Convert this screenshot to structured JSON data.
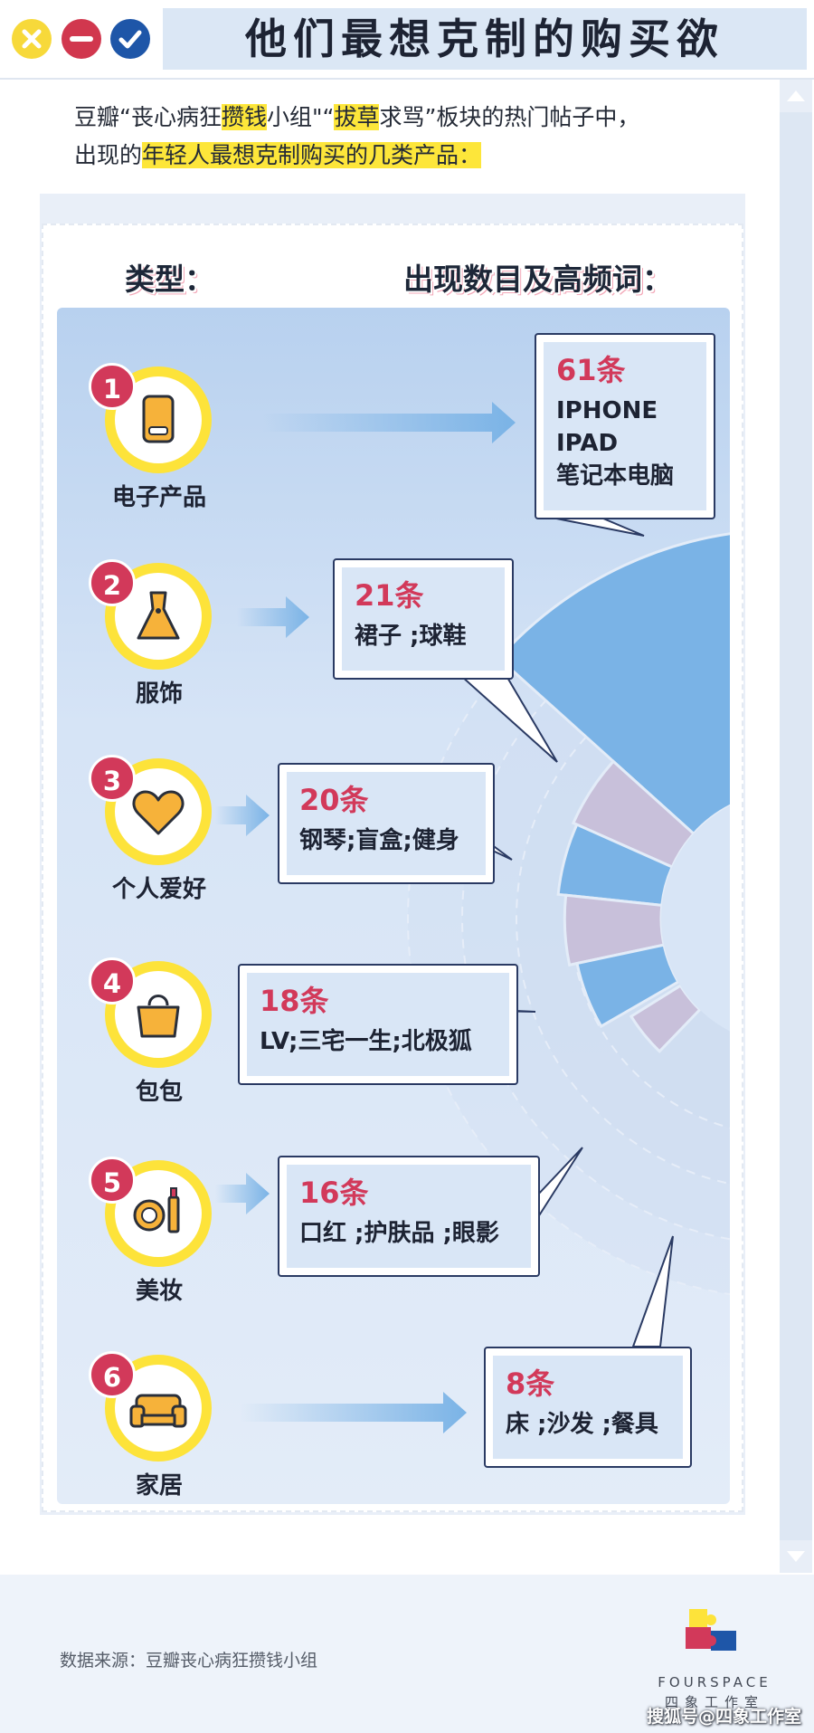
{
  "window": {
    "title": "他们最想克制的购买欲",
    "buttons": [
      "close-button",
      "minimize-button",
      "confirm-button"
    ]
  },
  "intro": {
    "line1": [
      {
        "text": "豆瓣“丧心病狂",
        "hl": false
      },
      {
        "text": "攒钱",
        "hl": true
      },
      {
        "text": "小组\"“",
        "hl": false
      },
      {
        "text": "拔草",
        "hl": true
      },
      {
        "text": "求骂”板块的热门帖子中，",
        "hl": false
      }
    ],
    "line2": [
      {
        "text": "出现的",
        "hl": false
      },
      {
        "text": "年轻人最想克制购买的几类产品：",
        "hl": true
      }
    ]
  },
  "headers": {
    "type": "类型：",
    "count": "出现数目及高频词："
  },
  "chart_data": {
    "type": "radial-bar",
    "unit": "条",
    "categories": [
      {
        "rank": 1,
        "name": "电子产品",
        "icon": "phone-icon",
        "value": 61,
        "count_label": "61条",
        "keywords": [
          "IPHONE",
          "IPAD",
          "笔记本电脑"
        ]
      },
      {
        "rank": 2,
        "name": "服饰",
        "icon": "dress-icon",
        "value": 21,
        "count_label": "21条",
        "keywords": [
          "裙子 ;球鞋"
        ]
      },
      {
        "rank": 3,
        "name": "个人爱好",
        "icon": "heart-icon",
        "value": 20,
        "count_label": "20条",
        "keywords": [
          "钢琴;盲盒;健身"
        ]
      },
      {
        "rank": 4,
        "name": "包包",
        "icon": "handbag-icon",
        "value": 18,
        "count_label": "18条",
        "keywords": [
          "LV;三宅一生;北极狐"
        ]
      },
      {
        "rank": 5,
        "name": "美妆",
        "icon": "makeup-icon",
        "value": 16,
        "count_label": "16条",
        "keywords": [
          "口红 ;护肤品 ;眼影"
        ]
      },
      {
        "rank": 6,
        "name": "家居",
        "icon": "sofa-icon",
        "value": 8,
        "count_label": "8条",
        "keywords": [
          "床 ;沙发 ;餐具"
        ]
      }
    ],
    "colors": {
      "blue": "#7ab3e6",
      "mauve": "#c8c0da",
      "pink": "#d2395a",
      "yellow": "#fde33a"
    }
  },
  "footer": {
    "source": "数据来源：豆瓣丧心病狂攒钱小组",
    "logo_en": "FOURSPACE",
    "logo_cn": "四象工作室",
    "watermark": "搜狐号@四象工作室"
  }
}
